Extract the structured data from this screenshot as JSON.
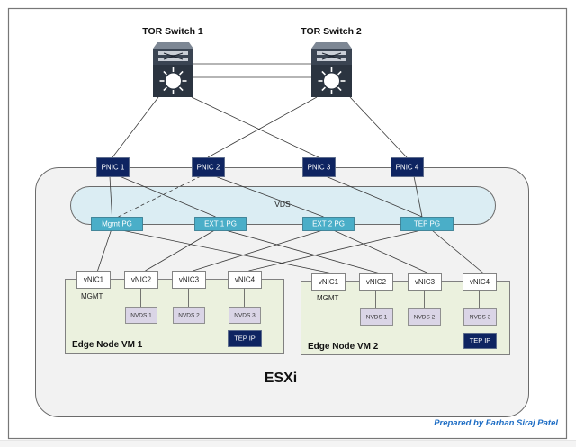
{
  "diagram": {
    "switches": [
      {
        "id": "tor1",
        "label": "TOR Switch 1",
        "icon": "network-switch-icon"
      },
      {
        "id": "tor2",
        "label": "TOR Switch 2",
        "icon": "network-switch-icon"
      }
    ],
    "host": {
      "label": "ESXi"
    },
    "vds": {
      "label": "VDS"
    },
    "pnics": [
      {
        "id": "pnic1",
        "label": "PNIC 1"
      },
      {
        "id": "pnic2",
        "label": "PNIC 2"
      },
      {
        "id": "pnic3",
        "label": "PNIC 3"
      },
      {
        "id": "pnic4",
        "label": "PNIC 4"
      }
    ],
    "port_groups": [
      {
        "id": "mgmt",
        "label": "Mgmt PG"
      },
      {
        "id": "ext1",
        "label": "EXT 1 PG"
      },
      {
        "id": "ext2",
        "label": "EXT 2 PG"
      },
      {
        "id": "tep",
        "label": "TEP PG"
      }
    ],
    "edge_vms": [
      {
        "id": "vm1",
        "label": "Edge Node VM 1",
        "vnics": [
          "vNIC1",
          "vNIC2",
          "vNIC3",
          "vNIC4"
        ],
        "vnic1_note": "MGMT",
        "nvds": [
          "NVDS 1",
          "NVDS 2",
          "NVDS 3"
        ],
        "tep_label": "TEP IP"
      },
      {
        "id": "vm2",
        "label": "Edge Node VM 2",
        "vnics": [
          "vNIC1",
          "vNIC2",
          "vNIC3",
          "vNIC4"
        ],
        "vnic1_note": "MGMT",
        "nvds": [
          "NVDS 1",
          "NVDS 2",
          "NVDS 3"
        ],
        "tep_label": "TEP IP"
      }
    ],
    "links": [
      {
        "from": "tor1",
        "to": "tor2",
        "style": "solid"
      },
      {
        "from": "tor1",
        "to": "tor2",
        "style": "solid"
      },
      {
        "from": "tor1",
        "to": "pnic1",
        "style": "solid"
      },
      {
        "from": "tor1",
        "to": "pnic3",
        "style": "solid"
      },
      {
        "from": "tor2",
        "to": "pnic2",
        "style": "solid"
      },
      {
        "from": "tor2",
        "to": "pnic4",
        "style": "solid"
      },
      {
        "from": "pnic1",
        "to": "mgmt",
        "style": "solid"
      },
      {
        "from": "pnic2",
        "to": "mgmt",
        "style": "dashed"
      },
      {
        "from": "pnic1",
        "to": "ext1",
        "style": "solid"
      },
      {
        "from": "pnic2",
        "to": "ext2",
        "style": "solid"
      },
      {
        "from": "pnic3",
        "to": "tep",
        "style": "solid"
      },
      {
        "from": "pnic4",
        "to": "tep",
        "style": "solid"
      },
      {
        "from": "mgmt",
        "to": "vm1.vNIC1",
        "style": "solid"
      },
      {
        "from": "mgmt",
        "to": "vm2.vNIC1",
        "style": "solid"
      },
      {
        "from": "ext1",
        "to": "vm1.vNIC2",
        "style": "solid"
      },
      {
        "from": "ext1",
        "to": "vm2.vNIC2",
        "style": "solid"
      },
      {
        "from": "ext2",
        "to": "vm1.vNIC3",
        "style": "solid"
      },
      {
        "from": "ext2",
        "to": "vm2.vNIC3",
        "style": "solid"
      },
      {
        "from": "tep",
        "to": "vm1.vNIC4",
        "style": "solid"
      },
      {
        "from": "tep",
        "to": "vm2.vNIC4",
        "style": "solid"
      }
    ],
    "credit": "Prepared by Farhan Siraj Patel"
  },
  "colors": {
    "pnic_fill": "#0e2461",
    "pg_fill": "#4aaec8",
    "vds_fill": "#dbedf3",
    "host_fill": "#f2f2f2",
    "vm_fill": "#ebf1de",
    "nvds_fill": "#dad5e6",
    "tep_fill": "#0e2461",
    "credit_color": "#1c6cc4",
    "switch_fill": "#2b3440"
  }
}
